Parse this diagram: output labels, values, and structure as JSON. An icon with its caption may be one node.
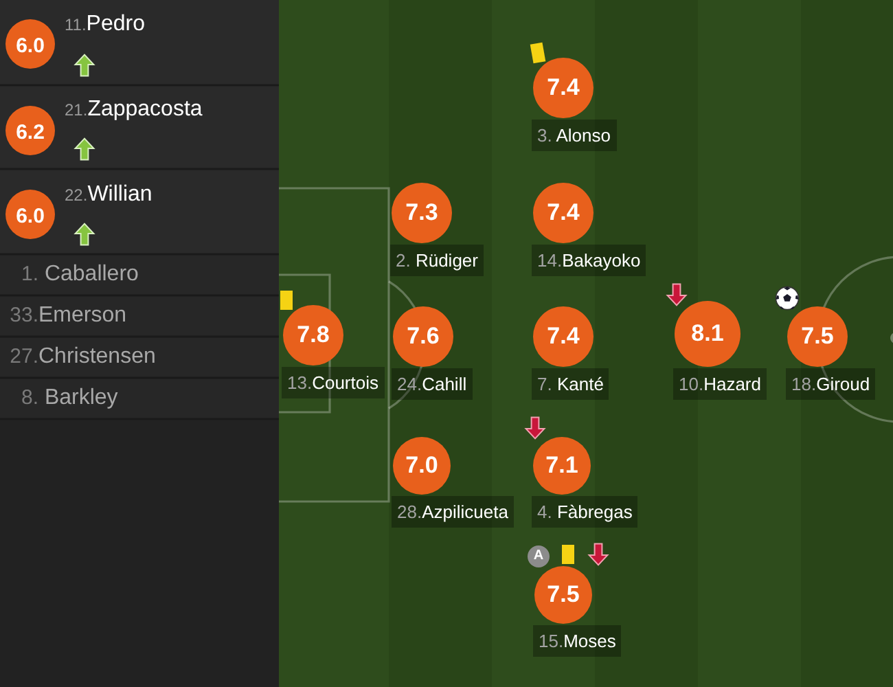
{
  "diagram": {
    "nodes": [
      {
        "text": [
          "6.0"
        ],
        "beside": [
          "11.Pedro"
        ]
      },
      {
        "text": [
          "6.2"
        ],
        "beside": [
          "21.Zappacosta"
        ]
      },
      {
        "text": [
          "6.0"
        ],
        "beside": [
          "22.Willian"
        ]
      },
      {
        "text": [
          "7.4"
        ],
        "beside": [
          "3. Alonso"
        ]
      },
      {
        "text": [
          "7.3"
        ],
        "beside": [
          "2. Rüdiger"
        ]
      },
      {
        "text": [
          "7.4"
        ],
        "beside": [
          "14.Bakayoko"
        ]
      },
      {
        "text": [
          "7.8"
        ],
        "beside": [
          "13.Courtois"
        ]
      },
      {
        "text": [
          "7.6"
        ],
        "beside": [
          "24.Cahill"
        ]
      },
      {
        "text": [
          "7.4"
        ],
        "beside": [
          "7. Kanté"
        ]
      },
      {
        "text": [
          "8.1"
        ],
        "beside": [
          "10.Hazard"
        ]
      },
      {
        "text": [
          "7.5"
        ],
        "beside": [
          "18.Giroud"
        ]
      },
      {
        "text": [
          "7.0"
        ],
        "beside": [
          "28.Azpilicueta"
        ]
      },
      {
        "text": [
          "7.1"
        ],
        "beside": [
          "4. Fàbregas"
        ]
      },
      {
        "text": [
          "A"
        ]
      },
      {
        "text": [
          "7.5"
        ],
        "beside": [
          "15.Moses"
        ]
      }
    ],
    "labels": [
      "1. Caballero",
      "33.Emerson",
      "27.Christensen",
      "8. Barkley"
    ]
  }
}
